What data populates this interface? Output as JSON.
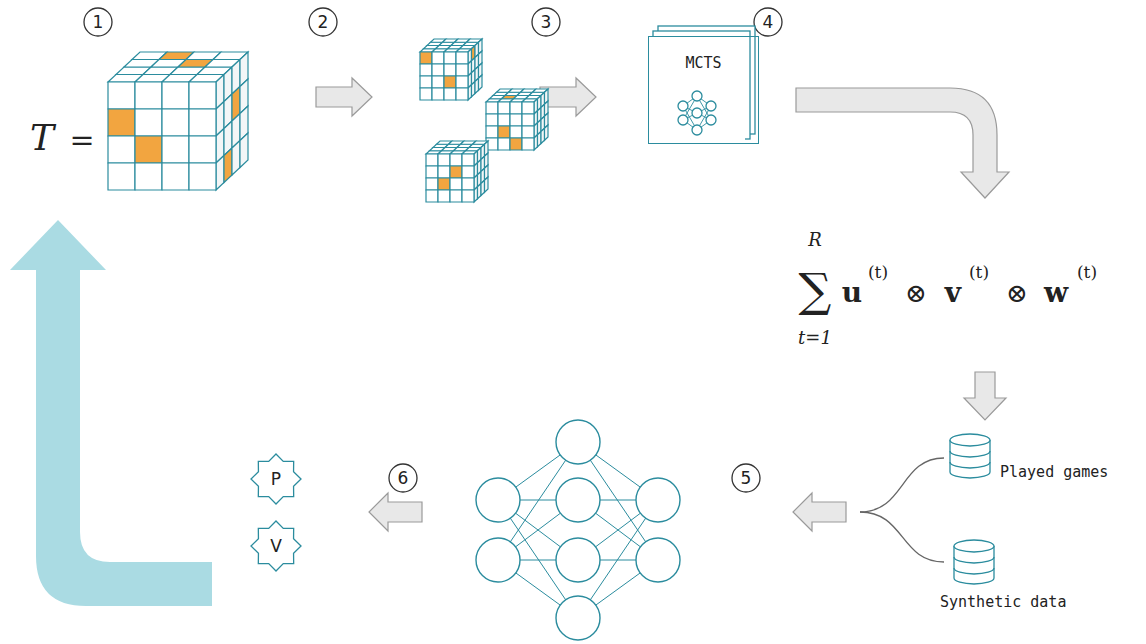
{
  "diagram": {
    "nodes": [
      {
        "text": [
          "MCTS"
        ]
      },
      {
        "text": [
          "Played games"
        ]
      },
      {
        "text": [
          "Synthetic data"
        ]
      },
      {
        "text": [
          "P"
        ]
      },
      {
        "text": [
          "V"
        ]
      }
    ],
    "labels": [
      "1",
      "2",
      "3",
      "4",
      "T",
      "=",
      "R",
      "∑",
      "t=1",
      "u",
      "(t)",
      "⊗",
      "v",
      "(t)",
      "⊗",
      "w",
      "(t)",
      "6",
      "5"
    ]
  }
}
